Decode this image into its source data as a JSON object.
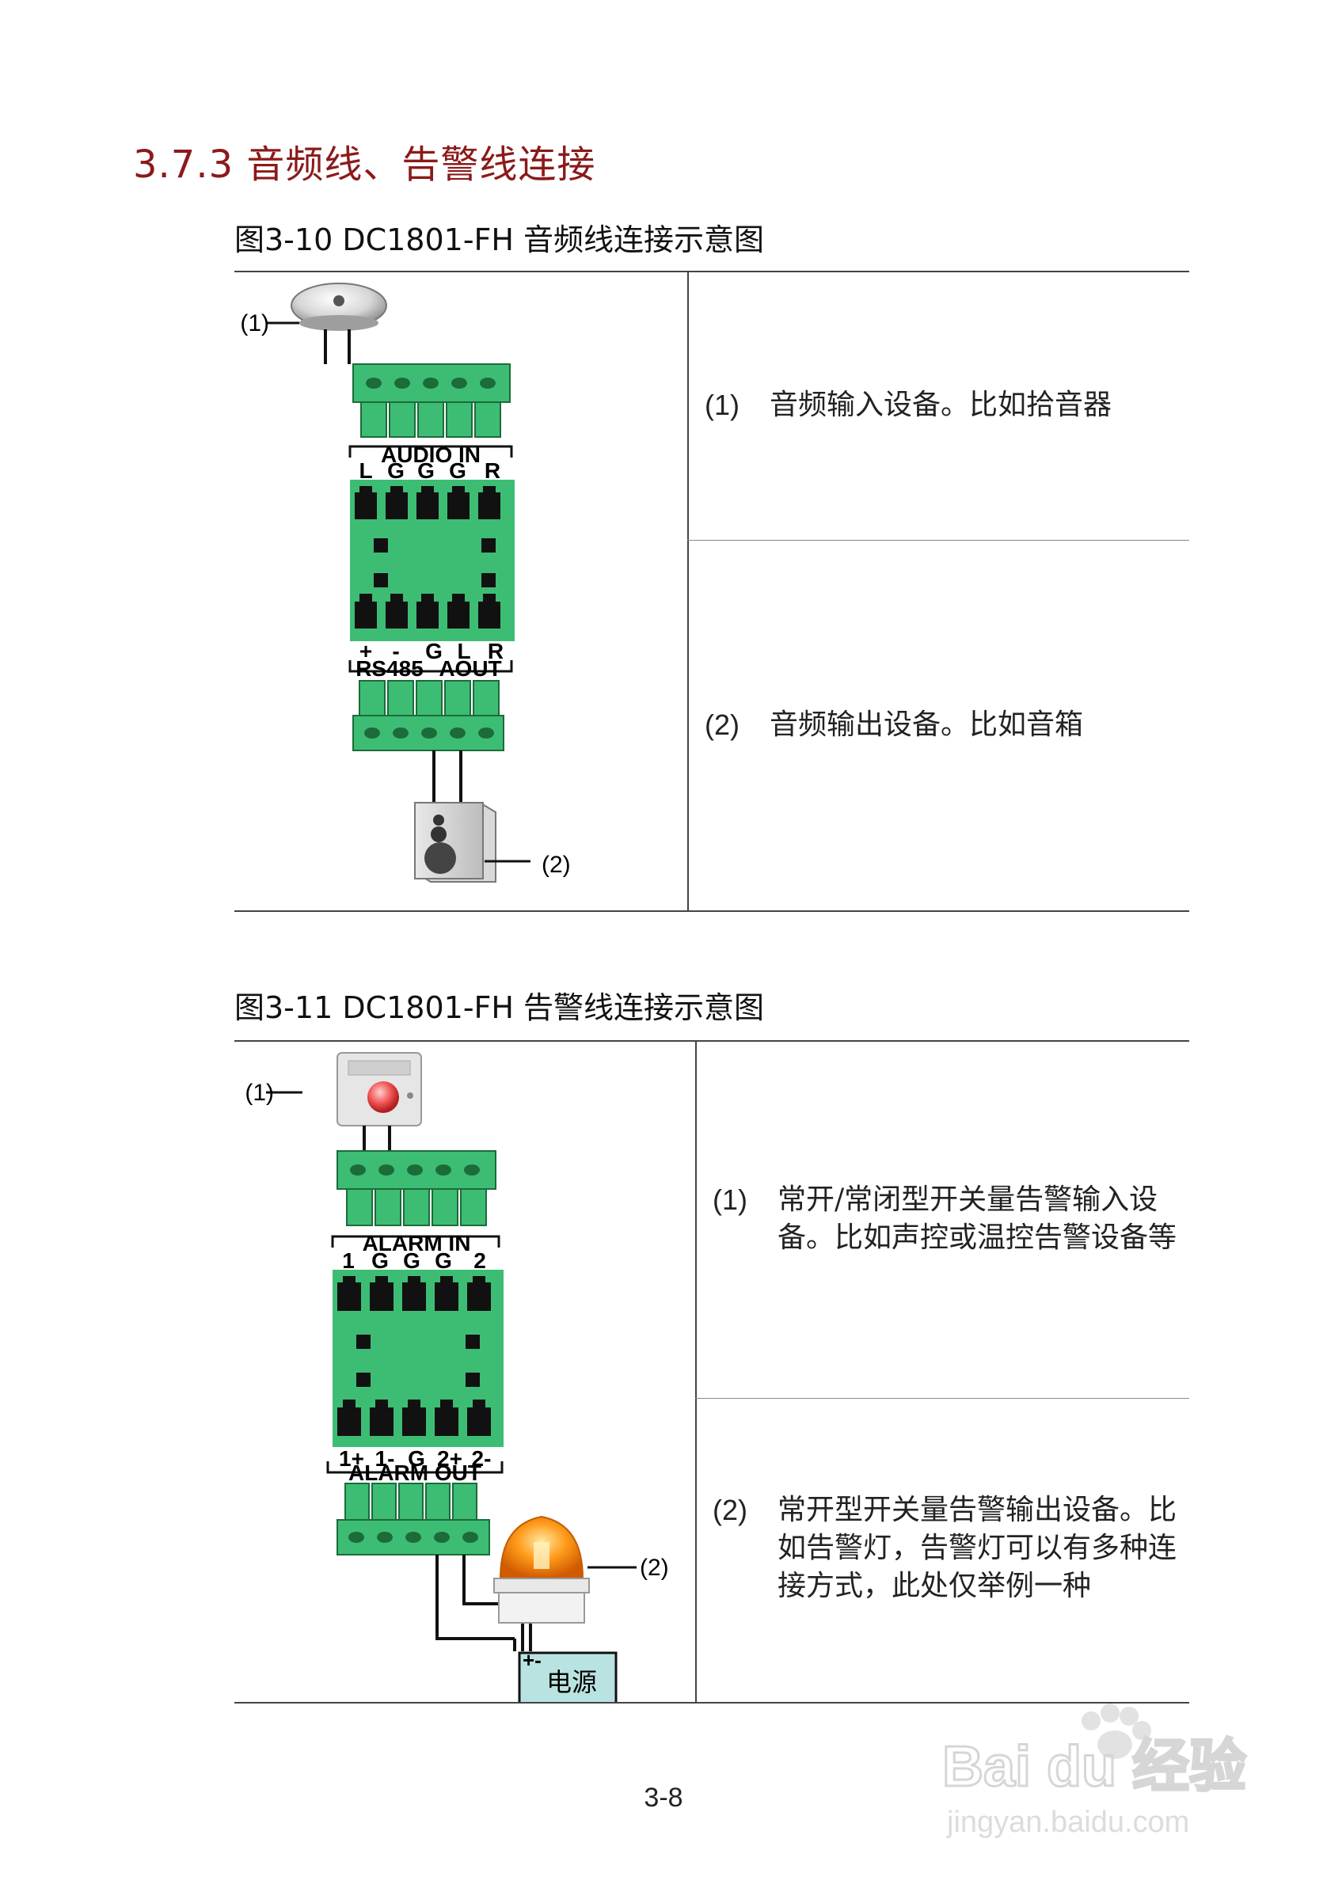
{
  "section": {
    "title": "3.7.3 音频线、告警线连接"
  },
  "figure1": {
    "caption": "图3-10  DC1801-FH 音频线连接示意图",
    "callout1": "(1)",
    "callout2": "(2)",
    "group_top": "AUDIO IN",
    "pins_top": [
      "L",
      "G",
      "G",
      "G",
      "R"
    ],
    "pins_bottom": [
      "+",
      "-",
      "G",
      "L",
      "R"
    ],
    "group_bottom_left": "RS485",
    "group_bottom_right": "AOUT",
    "items": [
      {
        "num": "(1)",
        "text": "音频输入设备。比如拾音器"
      },
      {
        "num": "(2)",
        "text": "音频输出设备。比如音箱"
      }
    ]
  },
  "figure2": {
    "caption": "图3-11  DC1801-FH 告警线连接示意图",
    "callout1": "(1)",
    "callout2": "(2)",
    "group_top": "ALARM IN",
    "pins_top": [
      "1",
      "G",
      "G",
      "G",
      "2"
    ],
    "pins_bottom": [
      "1+",
      "1-",
      "G",
      "2+",
      "2-"
    ],
    "group_bottom": "ALARM OUT",
    "power_label": "电源",
    "power_polarity": "+-",
    "items": [
      {
        "num": "(1)",
        "text": "常开/常闭型开关量告警输入设备。比如声控或温控告警设备等"
      },
      {
        "num": "(2)",
        "text": "常开型开关量告警输出设备。比如告警灯，告警灯可以有多种连接方式，此处仅举例一种"
      }
    ]
  },
  "page_number": "3-8",
  "watermark": {
    "brand": "Bai du 经验",
    "url": "jingyan.baidu.com"
  },
  "colors": {
    "title": "#8b1a1a",
    "terminal_green": "#3dbd74",
    "terminal_dark": "#1c6b3a"
  }
}
